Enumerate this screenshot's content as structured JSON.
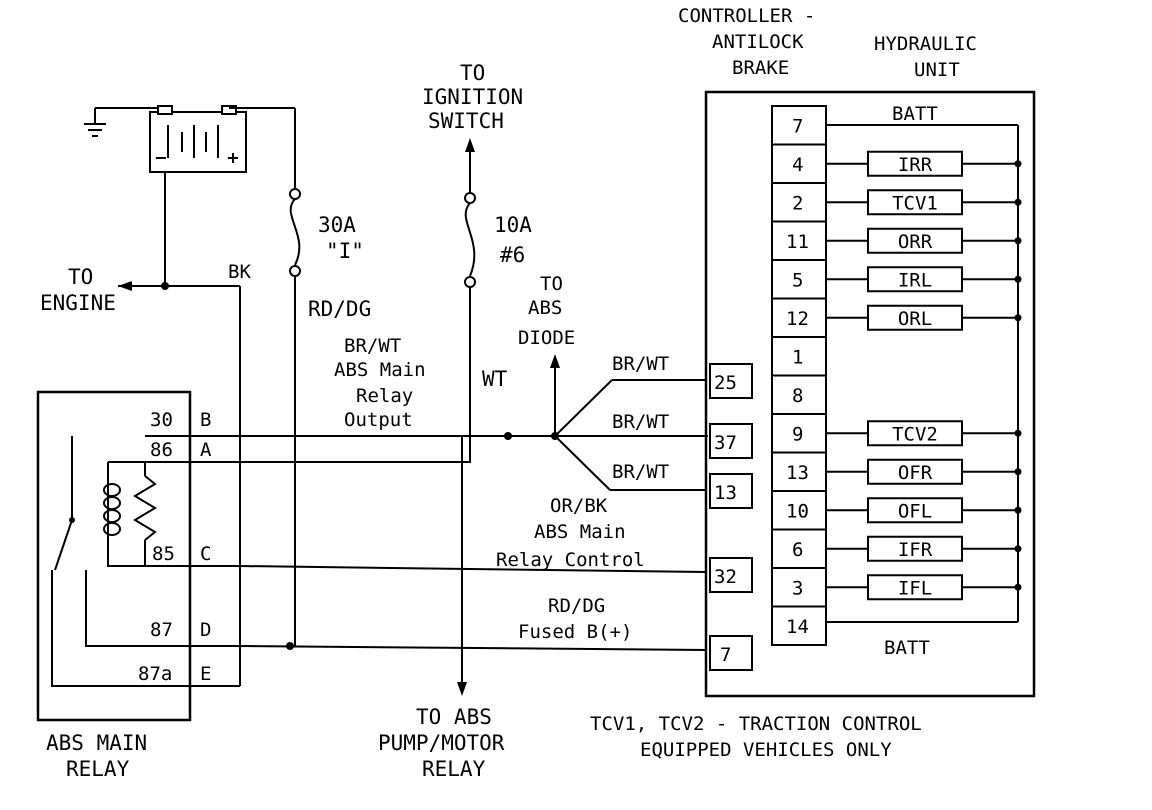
{
  "title_block": {
    "controller_line1": "CONTROLLER -",
    "controller_line2": "ANTILOCK",
    "controller_line3": "BRAKE",
    "hcu_line1": "HYDRAULIC",
    "hcu_line2": "UNIT"
  },
  "ignition": {
    "line1": "TO",
    "line2": "IGNITION",
    "line3": "SWITCH"
  },
  "fuses": {
    "f30_rating": "30A",
    "f30_name": "\"I\"",
    "f10_rating": "10A",
    "f10_name": "#6"
  },
  "engine": {
    "line1": "TO",
    "line2": "ENGINE",
    "wire": "BK"
  },
  "wires": {
    "rd_dg": "RD/DG",
    "br_wt_line1": "BR/WT",
    "br_wt_line2": "ABS Main",
    "br_wt_line3": "Relay",
    "br_wt_line4": "Output",
    "wt": "WT",
    "diode_line1": "TO",
    "diode_line2": "ABS",
    "diode_line3": "DIODE",
    "br_wt_25": "BR/WT",
    "br_wt_37": "BR/WT",
    "br_wt_13": "BR/WT",
    "or_bk_line1": "OR/BK",
    "or_bk_line2": "ABS Main",
    "or_bk_line3": "Relay Control",
    "fused_line1": "RD/DG",
    "fused_line2": "Fused B(+)"
  },
  "relay": {
    "label_line1": "ABS MAIN",
    "label_line2": "RELAY",
    "terminals": [
      {
        "num": "30",
        "letter": "B"
      },
      {
        "num": "86",
        "letter": "A"
      },
      {
        "num": "85",
        "letter": "C"
      },
      {
        "num": "87",
        "letter": "D"
      },
      {
        "num": "87a",
        "letter": "E"
      }
    ]
  },
  "controller_pins": [
    "25",
    "37",
    "13",
    "32",
    "7"
  ],
  "hcu_pins": [
    {
      "pin": "7",
      "label": "BATT"
    },
    {
      "pin": "4",
      "label": "IRR"
    },
    {
      "pin": "2",
      "label": "TCV1"
    },
    {
      "pin": "11",
      "label": "ORR"
    },
    {
      "pin": "5",
      "label": "IRL"
    },
    {
      "pin": "12",
      "label": "ORL"
    },
    {
      "pin": "1",
      "label": ""
    },
    {
      "pin": "8",
      "label": ""
    },
    {
      "pin": "9",
      "label": "TCV2"
    },
    {
      "pin": "13",
      "label": "OFR"
    },
    {
      "pin": "10",
      "label": "OFL"
    },
    {
      "pin": "6",
      "label": "IFR"
    },
    {
      "pin": "3",
      "label": "IFL"
    },
    {
      "pin": "14",
      "label": "BATT"
    }
  ],
  "pump_relay": {
    "line1": "TO ABS",
    "line2": "PUMP/MOTOR",
    "line3": "RELAY"
  },
  "note": {
    "line1": "TCV1, TCV2 - TRACTION CONTROL",
    "line2": "EQUIPPED VEHICLES ONLY"
  }
}
